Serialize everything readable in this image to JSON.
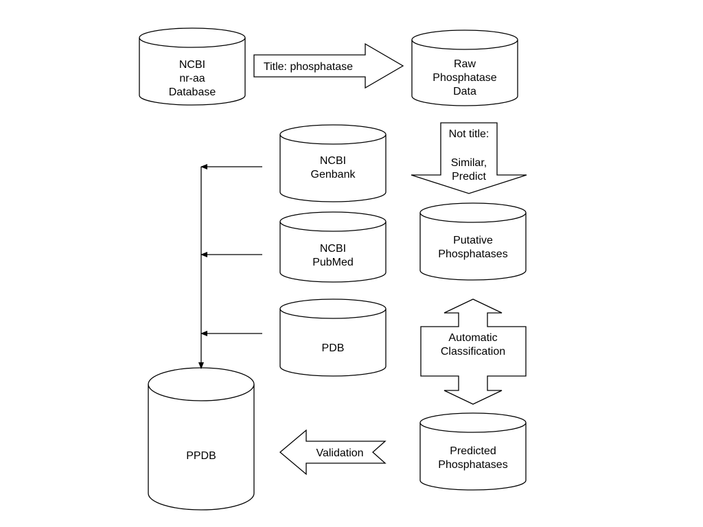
{
  "databases": {
    "nr_aa": {
      "lines": [
        "NCBI",
        "nr-aa",
        "Database"
      ]
    },
    "raw": {
      "lines": [
        "Raw",
        "Phosphatase",
        "Data"
      ]
    },
    "genbank": {
      "lines": [
        "NCBI",
        "Genbank"
      ]
    },
    "pubmed": {
      "lines": [
        "NCBI",
        "PubMed"
      ]
    },
    "pdb": {
      "lines": [
        "PDB"
      ]
    },
    "putative": {
      "lines": [
        "Putative",
        "Phosphatases"
      ]
    },
    "predicted": {
      "lines": [
        "Predicted",
        "Phosphatases"
      ]
    },
    "ppdb": {
      "lines": [
        "PPDB"
      ]
    }
  },
  "arrows": {
    "title_filter": {
      "lines": [
        "Title: phosphatase"
      ]
    },
    "not_title": {
      "lines": [
        "Not title:",
        "",
        "Similar,",
        "Predict"
      ]
    },
    "classification": {
      "lines": [
        "Automatic",
        "Classification"
      ]
    },
    "validation": {
      "lines": [
        "Validation"
      ]
    }
  }
}
